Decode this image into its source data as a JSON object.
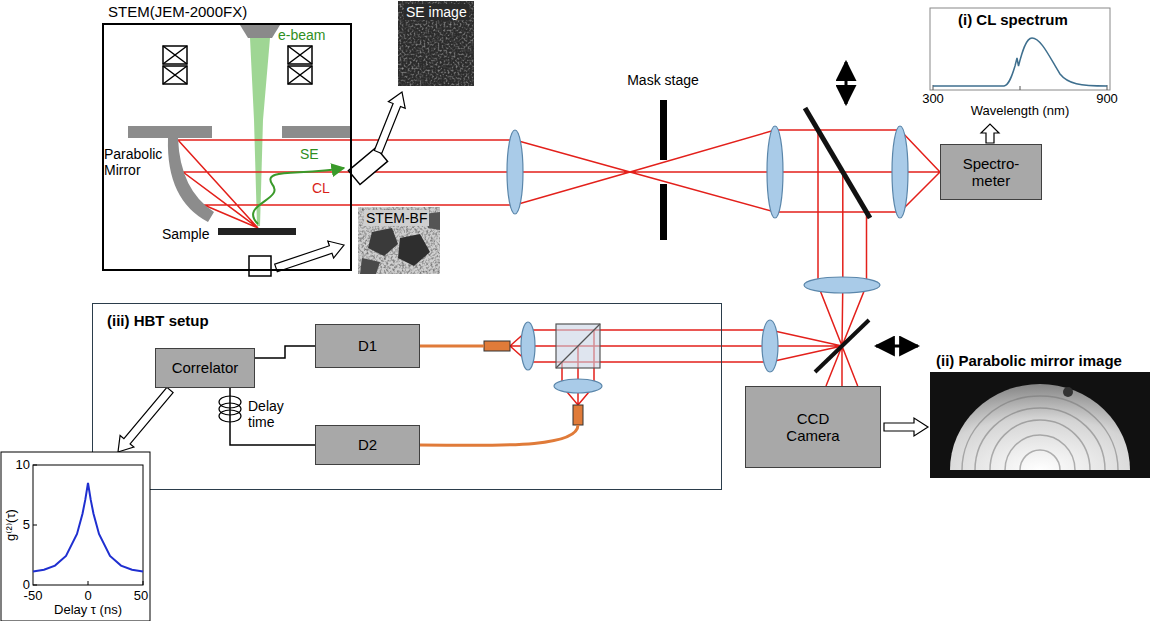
{
  "diagram": {
    "nodes": [
      {
        "text": [
          "STEM(JEM-2000FX)"
        ]
      },
      {
        "text": [
          "Spectro- meter"
        ]
      },
      {
        "text": [
          "CCD Camera"
        ]
      },
      {
        "text": [
          "(iii) HBT setup"
        ]
      },
      {
        "text": [
          "Correlator"
        ],
        "in": 3
      },
      {
        "text": [
          "D1"
        ],
        "in": 3
      },
      {
        "text": [
          "D2"
        ],
        "in": 3
      }
    ],
    "edges": [
      {
        "from": 4,
        "to": 5,
        "arrow": "none"
      },
      {
        "from": 4,
        "to": 6,
        "arrow": "none"
      }
    ],
    "labels": [
      "e-beam",
      "Parabolic Mirror",
      "SE",
      "CL",
      "Sample",
      "SE image",
      "STEM-BF",
      "Mask stage",
      "(i) CL spectrum",
      "300",
      "900",
      "Wavelength (nm)",
      "(ii) Parabolic mirror image",
      "Delay time",
      "10",
      "5",
      "0",
      "-50",
      "0",
      "50",
      "Delay τ (ns)",
      "g⁽²⁾(τ)"
    ]
  }
}
